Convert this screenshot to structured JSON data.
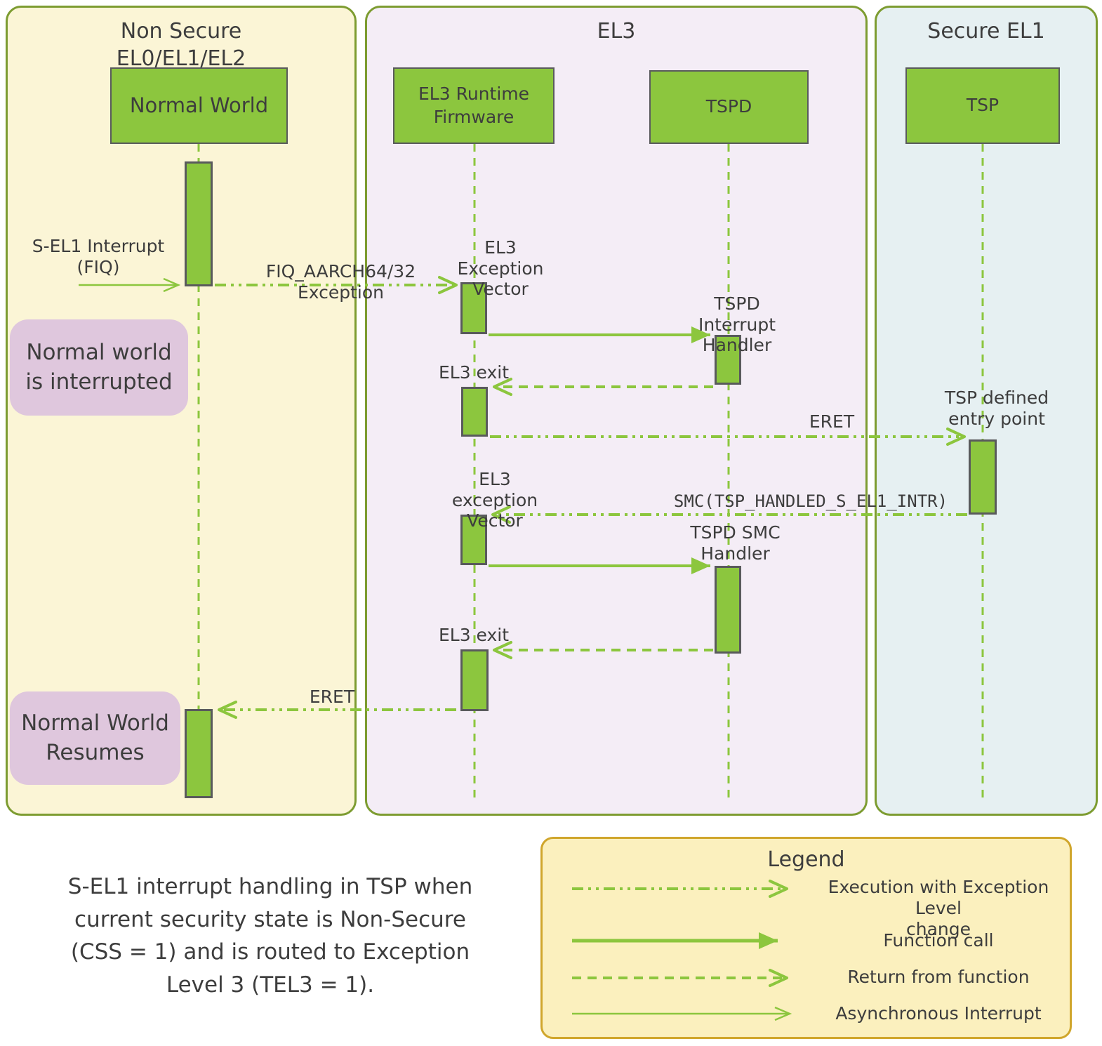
{
  "lanes": {
    "non_secure": "Non Secure\nEL0/EL1/EL2",
    "el3": "EL3",
    "secure_el1": "Secure EL1"
  },
  "actors": {
    "normal_world": "Normal World",
    "el3_runtime_firmware": "EL3 Runtime\nFirmware",
    "tspd": "TSPD",
    "tsp": "TSP"
  },
  "messages": {
    "s_el1_interrupt": "S-EL1 Interrupt\n(FIQ)",
    "fiq_exception": "FIQ_AARCH64/32 Exception",
    "el3_exception_vector_1": "EL3 Exception\nVector",
    "tspd_interrupt_handler": "TSPD Interrupt\nHandler",
    "el3_exit_1": "EL3 exit",
    "eret_1": "ERET",
    "tsp_defined_entry_point": "TSP defined\nentry point",
    "el3_exception_vector_2": "EL3 exception\nVector",
    "smc_call": "SMC(TSP_HANDLED_S_EL1_INTR)",
    "tspd_smc_handler": "TSPD SMC\nHandler",
    "el3_exit_2": "EL3 exit",
    "eret_2": "ERET"
  },
  "notes": {
    "interrupted": "Normal world\nis interrupted",
    "resumes": "Normal World\nResumes"
  },
  "caption": "S-EL1 interrupt handling in TSP when\ncurrent security state is Non-Secure\n(CSS = 1) and is routed to Exception\nLevel 3 (TEL3 = 1).",
  "legend": {
    "title": "Legend",
    "items": [
      {
        "label": "Execution with Exception Level\nchange"
      },
      {
        "label": "Function call"
      },
      {
        "label": "Return from function"
      },
      {
        "label": "Asynchronous Interrupt"
      }
    ]
  },
  "colors": {
    "accent_green": "#8cc63e",
    "box_border": "#595a5c",
    "lane_border": "#7d9c31",
    "lane_non_secure_bg": "#fbf5d6",
    "lane_el3_bg": "#f4edf6",
    "lane_secure_el1_bg": "#e6f0f2",
    "note_bg": "#dfc7dd",
    "legend_bg": "#fbf0be",
    "legend_border": "#d0a62c",
    "text": "#3d3d3d"
  }
}
